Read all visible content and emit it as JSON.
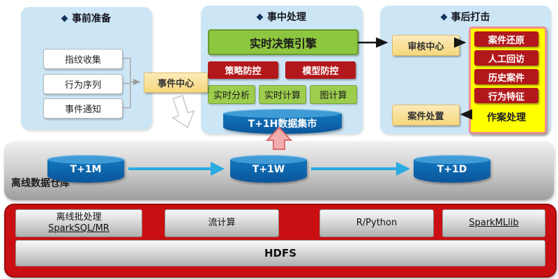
{
  "colors": {
    "panel_blue": "#cde6f5",
    "yellow_box": "#f5d77d",
    "green": "#8dc63f",
    "dark_red": "#b2181b",
    "bright_yellow": "#ffff00",
    "cylinder_blue": "#0d6cb5",
    "red_panel": "#c90f12",
    "arrow_blue": "#29abe2"
  },
  "stage_pre": {
    "title": "事前准备",
    "items": [
      "指纹收集",
      "行为序列",
      "事件通知"
    ]
  },
  "event_center": {
    "label": "事件中心"
  },
  "stage_during": {
    "title": "事中处理",
    "engine": "实时决策引擎",
    "defense": [
      "策略防控",
      "模型防控"
    ],
    "compute": [
      "实时分析",
      "实时计算",
      "图计算"
    ],
    "datamart": "T+1H数据集市"
  },
  "stage_post": {
    "title": "事后打击",
    "audit": "审核中心",
    "dispose": "案件处置",
    "case_panel": {
      "label": "作案处理",
      "items": [
        "案件还原",
        "人工回访",
        "历史案件",
        "行为特征"
      ]
    }
  },
  "warehouse": {
    "label": "离线数据仓库",
    "cylinders": [
      "T+1M",
      "T+1W",
      "T+1D"
    ]
  },
  "platform": {
    "batch": {
      "line1": "离线批处理",
      "line2": "SparkSQL/MR"
    },
    "stream": "流计算",
    "rpython": "R/Python",
    "sparkml": "SparkMLlib",
    "storage": "HDFS"
  }
}
